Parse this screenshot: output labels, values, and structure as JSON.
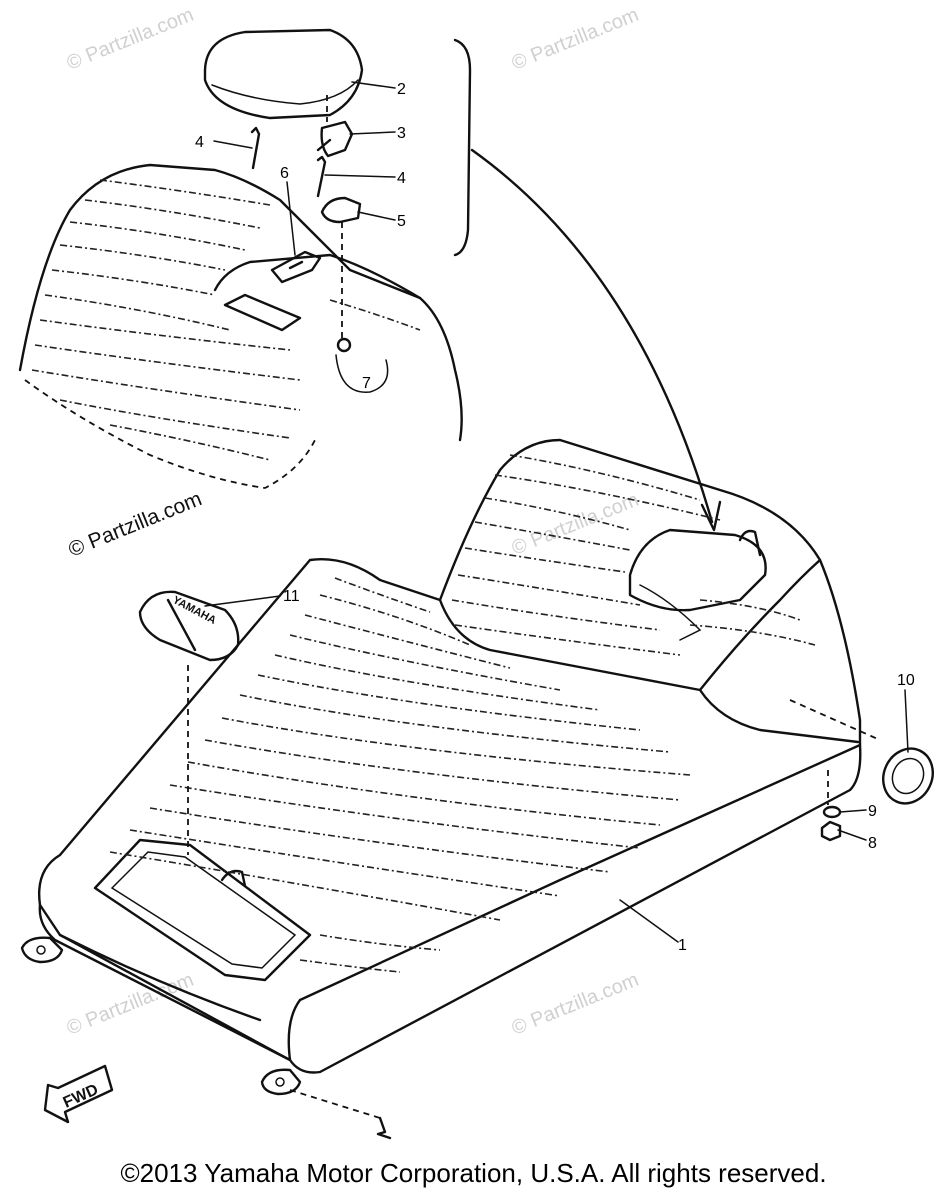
{
  "callouts": [
    {
      "id": "1",
      "label": "1"
    },
    {
      "id": "2",
      "label": "2"
    },
    {
      "id": "3",
      "label": "3"
    },
    {
      "id": "4a",
      "label": "4"
    },
    {
      "id": "4b",
      "label": "4"
    },
    {
      "id": "5",
      "label": "5"
    },
    {
      "id": "6",
      "label": "6"
    },
    {
      "id": "7",
      "label": "7"
    },
    {
      "id": "8",
      "label": "8"
    },
    {
      "id": "9",
      "label": "9"
    },
    {
      "id": "10",
      "label": "10"
    },
    {
      "id": "11",
      "label": "11"
    }
  ],
  "watermark": "© Partzilla.com",
  "emblem_text": "YAMAHA",
  "fwd_text": "FWD",
  "copyright": "©2013 Yamaha Motor Corporation, U.S.A. All rights reserved."
}
